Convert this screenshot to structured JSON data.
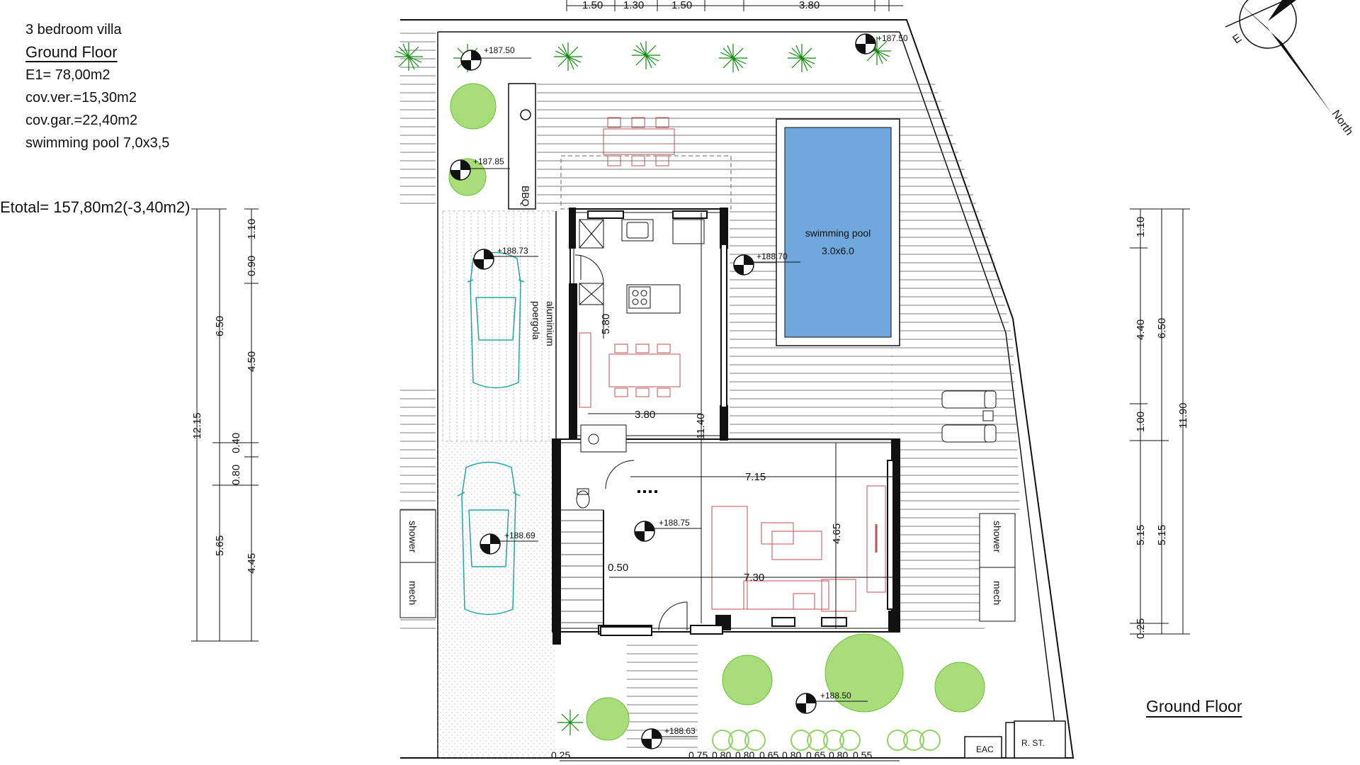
{
  "notes": {
    "title": "3 bedroom villa",
    "floor": "Ground Floor",
    "e1": "E1= 78,00m2",
    "cov_ver": "cov.ver.=15,30m2",
    "cov_gar": "cov.gar.=22,40m2",
    "pool": "swimming pool 7,0x3,5",
    "etotal": "Etotal= 157,80m2(-3,40m2)"
  },
  "footer_title": "Ground Floor",
  "compass": {
    "label": "North",
    "letter": "E"
  },
  "rooms": {
    "pool_label": "swimming pool",
    "pool_size": "3.0x6.0",
    "pergola_1": "aluminium",
    "pergola_2": "poergola",
    "bbq": "BBQ",
    "shower": "shower",
    "mech": "mech",
    "eac": "EAC",
    "rst": "R. ST."
  },
  "levels": {
    "l1": "+187.50",
    "l2": "+187.50",
    "l3": "+187.85",
    "l4": "+188.73",
    "l5": "+188.70",
    "l6": "+188.69",
    "l7": "+188.75",
    "l8": "+188.50",
    "l9": "+188.63"
  },
  "dims": {
    "top": [
      "1.50",
      "1.30",
      "1.50",
      "3.80"
    ],
    "left_outer": [
      "12.15"
    ],
    "left_mid": [
      "6.50",
      "0.80",
      "5.65"
    ],
    "left_inner": [
      "1.10",
      "0.90",
      "4.50",
      "0.40",
      "4.45"
    ],
    "right_inner": [
      "1.10",
      "4.40",
      "1.00",
      "5.15",
      "0.25"
    ],
    "right_mid": [
      "6.50",
      "5.15"
    ],
    "right_outer": [
      "11.90"
    ],
    "interior": {
      "d580": "5.80",
      "d380": "3.80",
      "d1140": "11.40",
      "d715": "7.15",
      "d465": "4.65",
      "d730": "7.30",
      "d050": "0.50"
    },
    "bottom": [
      "0.25",
      "0.75",
      "0.80",
      "0.80",
      "0.65",
      "0.80",
      "0.65",
      "0.80",
      "0.55"
    ]
  }
}
